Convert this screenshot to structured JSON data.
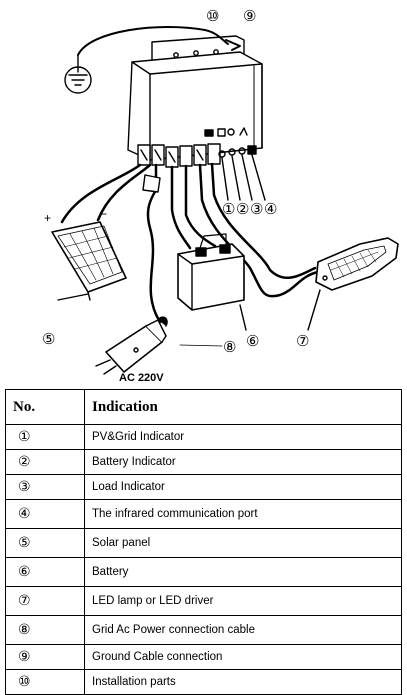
{
  "diagram": {
    "callouts": {
      "c1": "①",
      "c2": "②",
      "c3": "③",
      "c4": "④",
      "c5": "⑤",
      "c6": "⑥",
      "c7": "⑦",
      "c8": "⑧",
      "c9": "⑨",
      "c10": "⑩"
    },
    "plus_sign": "+",
    "minus_sign": "−",
    "ac_label": "AC 220V"
  },
  "table": {
    "header_no": "No.",
    "header_indication": "Indication",
    "rows": [
      {
        "no": "①",
        "indication": "PV&Grid Indicator"
      },
      {
        "no": "②",
        "indication": "Battery Indicator"
      },
      {
        "no": "③",
        "indication": "Load Indicator"
      },
      {
        "no": "④",
        "indication": "The infrared communication port"
      },
      {
        "no": "⑤",
        "indication": "Solar panel"
      },
      {
        "no": "⑥",
        "indication": "Battery"
      },
      {
        "no": "⑦",
        "indication": "LED lamp or LED driver"
      },
      {
        "no": "⑧",
        "indication": "Grid Ac Power connection cable"
      },
      {
        "no": "⑨",
        "indication": "Ground Cable connection"
      },
      {
        "no": "⑩",
        "indication": "Installation parts"
      }
    ]
  }
}
